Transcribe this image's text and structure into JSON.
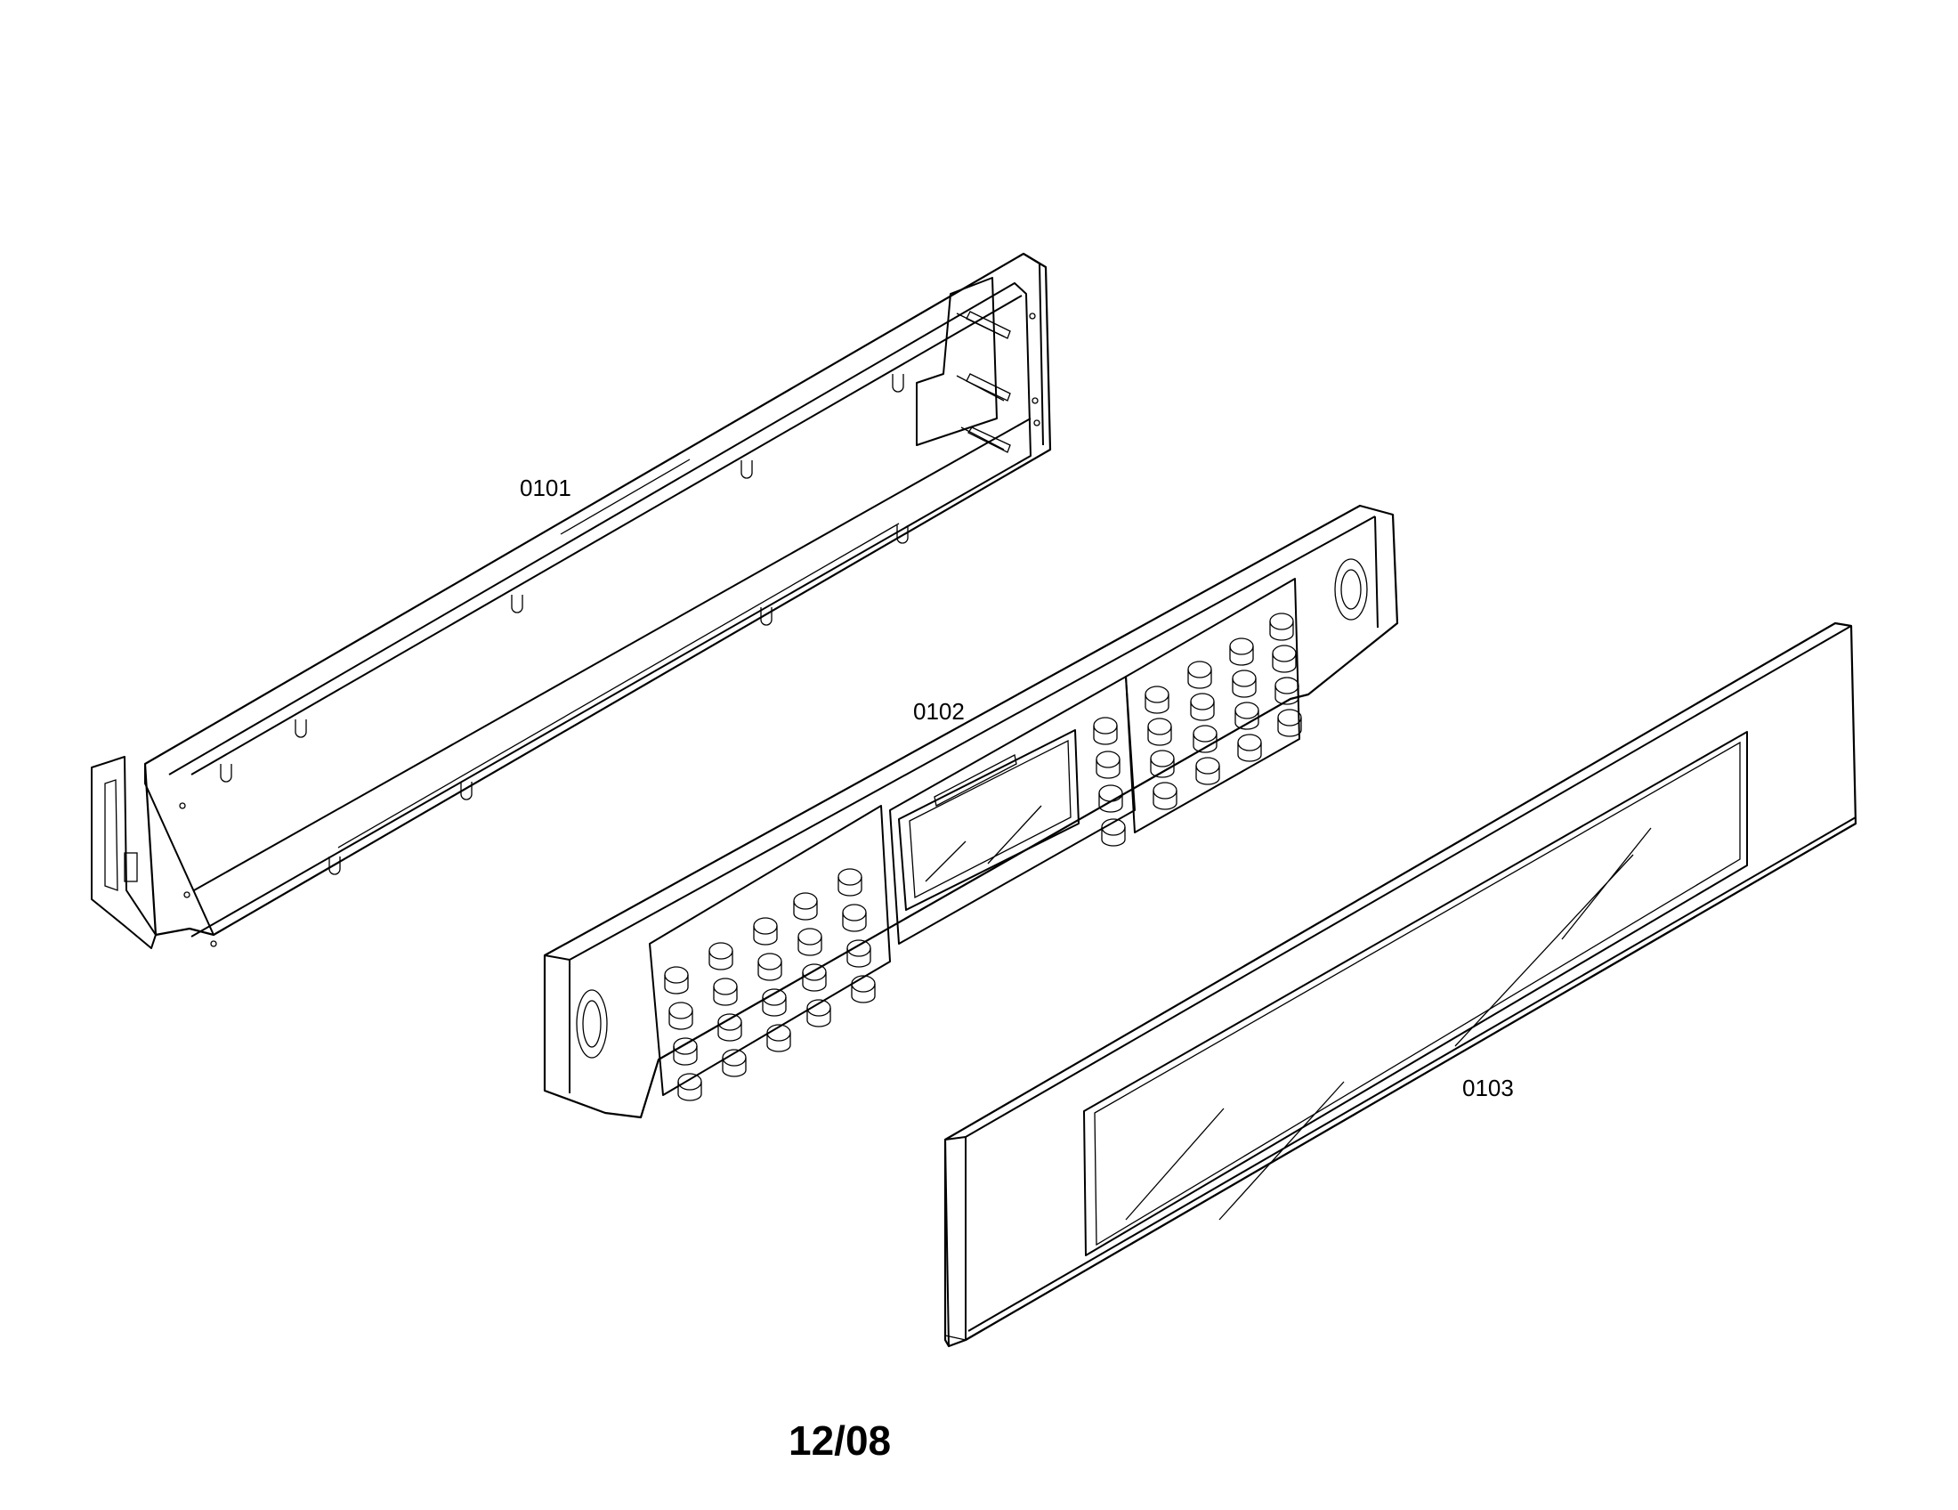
{
  "parts": [
    {
      "id": "part-0101",
      "label": "0101"
    },
    {
      "id": "part-0102",
      "label": "0102"
    },
    {
      "id": "part-0103",
      "label": "0103"
    }
  ],
  "date_code": "12/08"
}
